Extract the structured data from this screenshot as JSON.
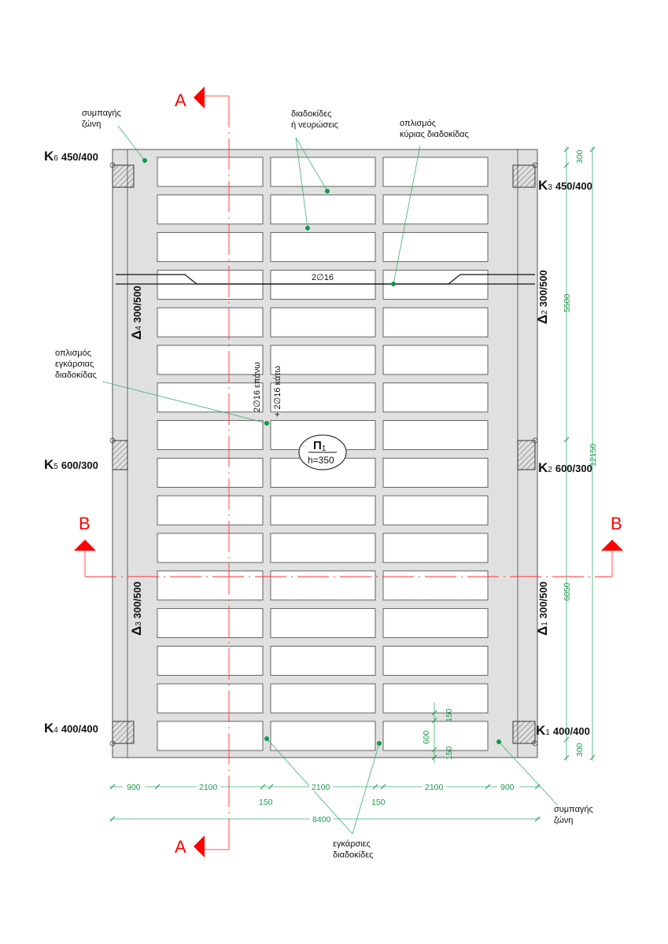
{
  "sections": {
    "a": "A",
    "b": "B"
  },
  "annotations": {
    "composite_zone_top": [
      "συμπαγής",
      "ζώνη"
    ],
    "ribs": [
      "διαδοκίδες",
      "ή νευρώσεις"
    ],
    "main_rebar": [
      "οπλισμός",
      "κύριας διαδοκίδας"
    ],
    "transverse_rebar": [
      "οπλισμός",
      "εγκάρσιας",
      "διαδοκίδας"
    ],
    "transverse_ribs": [
      "εγκάρσιες",
      "διαδοκίδες"
    ],
    "composite_zone_bottom": [
      "συμπαγής",
      "ζώνη"
    ],
    "rebar_main": "2∅16",
    "rebar_top": "2∅16 επάνω",
    "rebar_bottom": "+ 2∅16 κάτω"
  },
  "slab": {
    "name": "Π",
    "index": "1",
    "height": "h=350"
  },
  "columns": [
    {
      "id": "K6",
      "letter": "K",
      "index": "6",
      "size": "450/400"
    },
    {
      "id": "K3",
      "letter": "K",
      "index": "3",
      "size": "450/400"
    },
    {
      "id": "K5",
      "letter": "K",
      "index": "5",
      "size": "600/300"
    },
    {
      "id": "K2",
      "letter": "K",
      "index": "2",
      "size": "600/300"
    },
    {
      "id": "K4",
      "letter": "K",
      "index": "4",
      "size": "400/400"
    },
    {
      "id": "K1",
      "letter": "K",
      "index": "1",
      "size": "400/400"
    }
  ],
  "beams": [
    {
      "id": "D4",
      "letter": "Δ",
      "index": "4",
      "size": "300/500"
    },
    {
      "id": "D2",
      "letter": "Δ",
      "index": "2",
      "size": "300/500"
    },
    {
      "id": "D3",
      "letter": "Δ",
      "index": "3",
      "size": "300/500"
    },
    {
      "id": "D1",
      "letter": "Δ",
      "index": "1",
      "size": "300/500"
    }
  ],
  "dimensions": {
    "horizontal": [
      "900",
      "2100",
      "2100",
      "2100",
      "900"
    ],
    "rib_widths": [
      "150",
      "150"
    ],
    "total_width": "8400",
    "vertical": [
      "300",
      "5500",
      "6050",
      "300"
    ],
    "total_height": "12150",
    "void_height": "600",
    "rib_top": "150",
    "rib_bottom": "150"
  }
}
